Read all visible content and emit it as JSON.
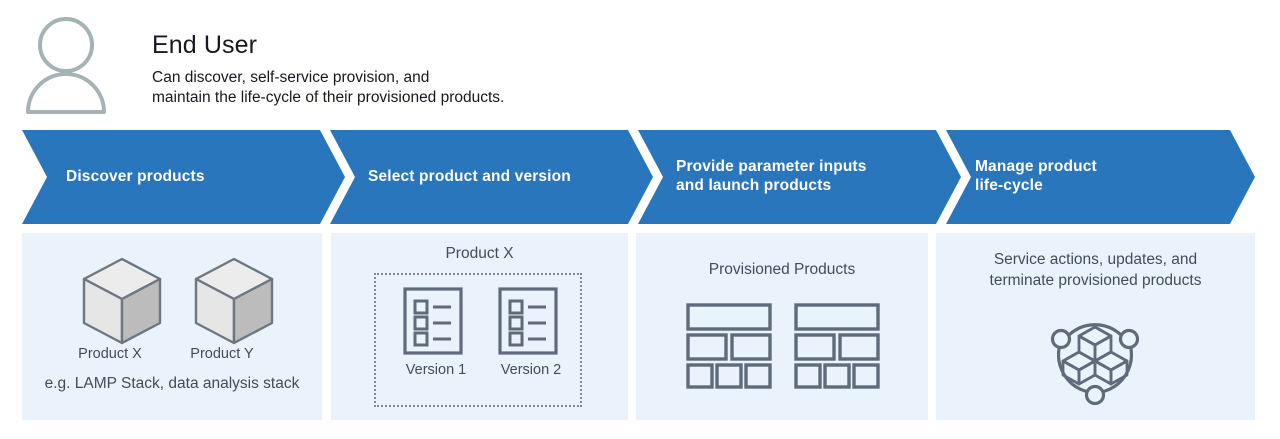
{
  "header": {
    "avatar_icon": "user-avatar-icon",
    "title": "End User",
    "subtitle_line1": "Can discover, self-service provision, and",
    "subtitle_line2": "maintain the life-cycle of their provisioned products."
  },
  "colors": {
    "chevron_blue": "#2a76bd",
    "panel_background": "#eaf3fb",
    "text_slate": "#414d5c",
    "icon_gray": "#5f6b7a",
    "avatar_gray": "#a5b3b5",
    "cube_top": "#ececec",
    "cube_left": "#e3e3e3",
    "cube_right": "#b9b9b9"
  },
  "flow": {
    "steps": [
      {
        "label_line1": "Discover products",
        "label_line2": ""
      },
      {
        "label_line1": "Select product and version",
        "label_line2": ""
      },
      {
        "label_line1": "Provide parameter inputs",
        "label_line2": "and launch products"
      },
      {
        "label_line1": "Manage product",
        "label_line2": "life-cycle"
      }
    ]
  },
  "panels": [
    {
      "name": "discover-products",
      "title": "",
      "items": [
        {
          "label": "Product X",
          "icon": "cube-icon"
        },
        {
          "label": "Product Y",
          "icon": "cube-icon"
        }
      ],
      "caption": "e.g. LAMP Stack, data analysis stack"
    },
    {
      "name": "select-product-and-version",
      "title": "Product X",
      "items": [
        {
          "label": "Version 1",
          "icon": "checklist-template-icon"
        },
        {
          "label": "Version 2",
          "icon": "checklist-template-icon"
        }
      ],
      "caption": ""
    },
    {
      "name": "provisioned-products",
      "title": "Provisioned Products",
      "items": [
        {
          "label": "",
          "icon": "stack-blocks-icon"
        },
        {
          "label": "",
          "icon": "stack-blocks-icon"
        }
      ],
      "caption": ""
    },
    {
      "name": "manage-life-cycle",
      "title": "",
      "items": [
        {
          "label": "",
          "icon": "service-catalog-lifecycle-icon"
        }
      ],
      "caption_line1": "Service actions, updates, and",
      "caption_line2": "terminate provisioned products"
    }
  ]
}
